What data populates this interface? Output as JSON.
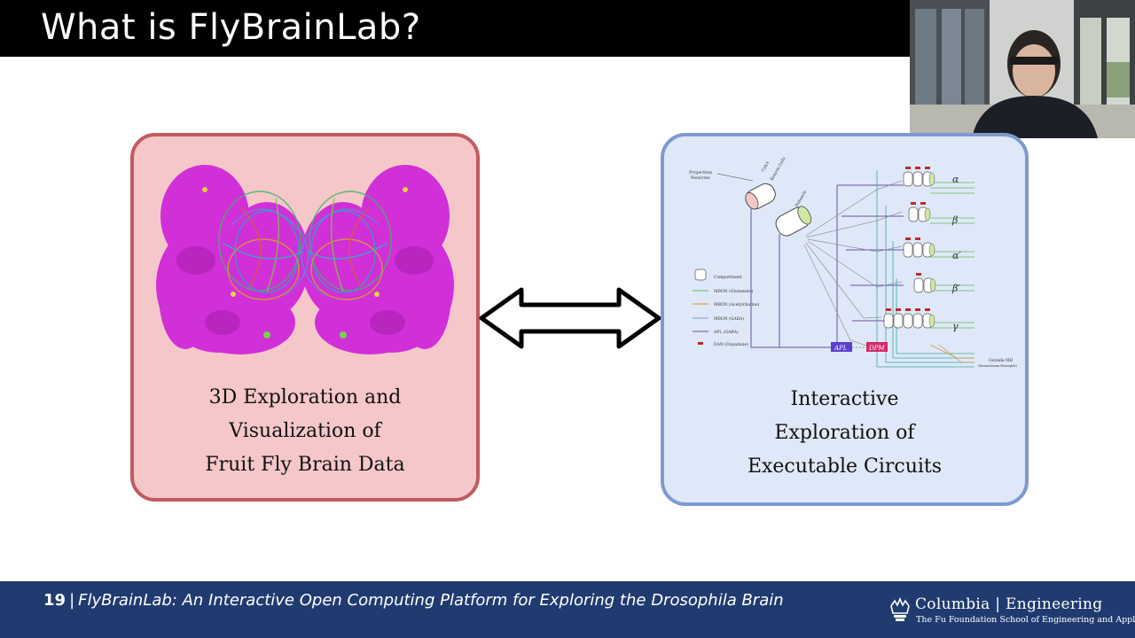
{
  "slide": {
    "title": "What is FlyBrainLab?"
  },
  "left_panel": {
    "lines": [
      "3D Exploration and",
      "Visualization of",
      "Fruit Fly Brain Data"
    ]
  },
  "right_panel": {
    "lines": [
      "Interactive",
      "Exploration of",
      "Executable Circuits"
    ],
    "diagram": {
      "input_label": [
        "Projection",
        "Neurons"
      ],
      "kc_labels": [
        "Calyx",
        "Kenyon Cells",
        "Peduncle"
      ],
      "lobes": [
        "α",
        "β",
        "α′",
        "β′",
        "γ"
      ],
      "legend": [
        "Compartment",
        "MBON (Glutamate)",
        "MBON (Acetylcholine)",
        "MBON (GABA)",
        "APL (GABA)",
        "DAN (Dopamine)"
      ],
      "apl_label": "APL",
      "dpm_label": "DPM",
      "outside_label": [
        "Outside MB",
        "(Downstream Neuropils)"
      ]
    }
  },
  "footer": {
    "page_number": "19",
    "separator": "|",
    "talk_title": "FlyBrainLab: An Interactive Open Computing Platform for Exploring the Drosophila Brain",
    "logo_name": "Columbia | Engineering",
    "logo_subtitle": "The Fu Foundation School of Engineering and Applied Science"
  },
  "colors": {
    "left_fill": "#f5c7c9",
    "left_border": "#c25b5e",
    "right_fill": "#dfe8f8",
    "right_border": "#7d9ad0",
    "footer_bg": "#213b70",
    "brain": "#d12fd8"
  }
}
